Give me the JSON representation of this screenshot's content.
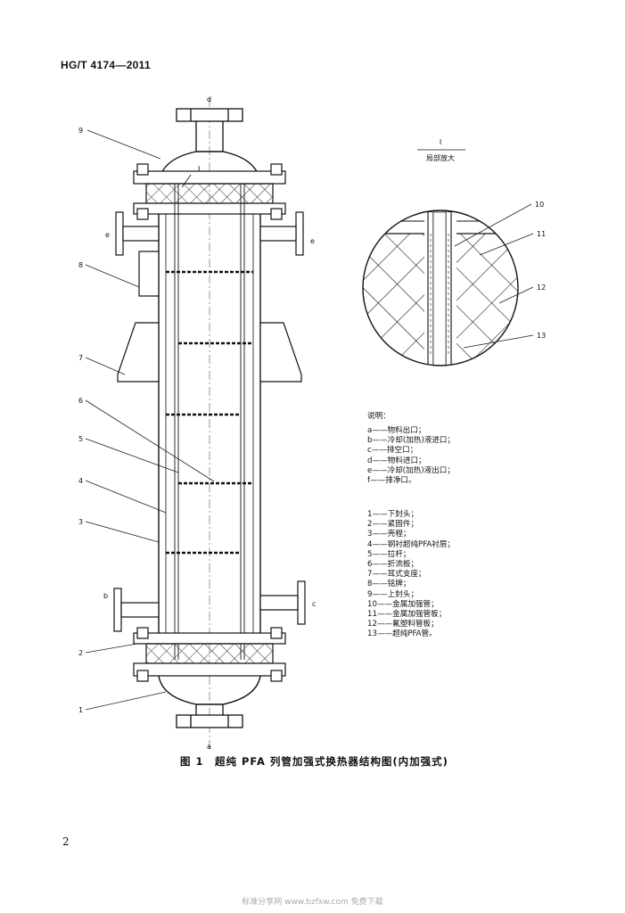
{
  "document": {
    "standard_no": "HG/T 4174—2011",
    "page_number": "2",
    "footer_watermark": "标准分享网 www.bzfxw.com 免费下载"
  },
  "figure": {
    "caption": "图 1　超纯 PFA 列管加强式换热器结构图(内加强式)",
    "detail_title": "I",
    "detail_subtitle": "局部放大",
    "section_marker": "I",
    "part_callouts": [
      "9",
      "8",
      "7",
      "6",
      "5",
      "4",
      "3",
      "2",
      "1"
    ],
    "detail_callouts": [
      "10",
      "11",
      "12",
      "13"
    ],
    "nozzle_labels": {
      "top": "d",
      "bottom": "a",
      "left_upper": "e",
      "right_upper": "e",
      "left_lower": "b",
      "right_lower": "c"
    }
  },
  "legend": {
    "title": "说明：",
    "nozzles": [
      {
        "key": "a",
        "text": "物料出口；"
      },
      {
        "key": "b",
        "text": "冷却(加热)液进口；"
      },
      {
        "key": "c",
        "text": "排空口；"
      },
      {
        "key": "d",
        "text": "物料进口；"
      },
      {
        "key": "e",
        "text": "冷却(加热)液出口；"
      },
      {
        "key": "f",
        "text": "排净口。"
      }
    ],
    "parts": [
      {
        "key": "1",
        "text": "下封头；"
      },
      {
        "key": "2",
        "text": "紧固件；"
      },
      {
        "key": "3",
        "text": "壳程；"
      },
      {
        "key": "4",
        "text": "钢衬超纯PFA衬层；"
      },
      {
        "key": "5",
        "text": "拉杆；"
      },
      {
        "key": "6",
        "text": "折流板；"
      },
      {
        "key": "7",
        "text": "耳式支座；"
      },
      {
        "key": "8",
        "text": "铭牌；"
      },
      {
        "key": "9",
        "text": "上封头；"
      },
      {
        "key": "10",
        "text": "金属加强管；"
      },
      {
        "key": "11",
        "text": "金属加强管板；"
      },
      {
        "key": "12",
        "text": "氟塑料管板；"
      },
      {
        "key": "13",
        "text": "超纯PFA管。"
      }
    ]
  }
}
